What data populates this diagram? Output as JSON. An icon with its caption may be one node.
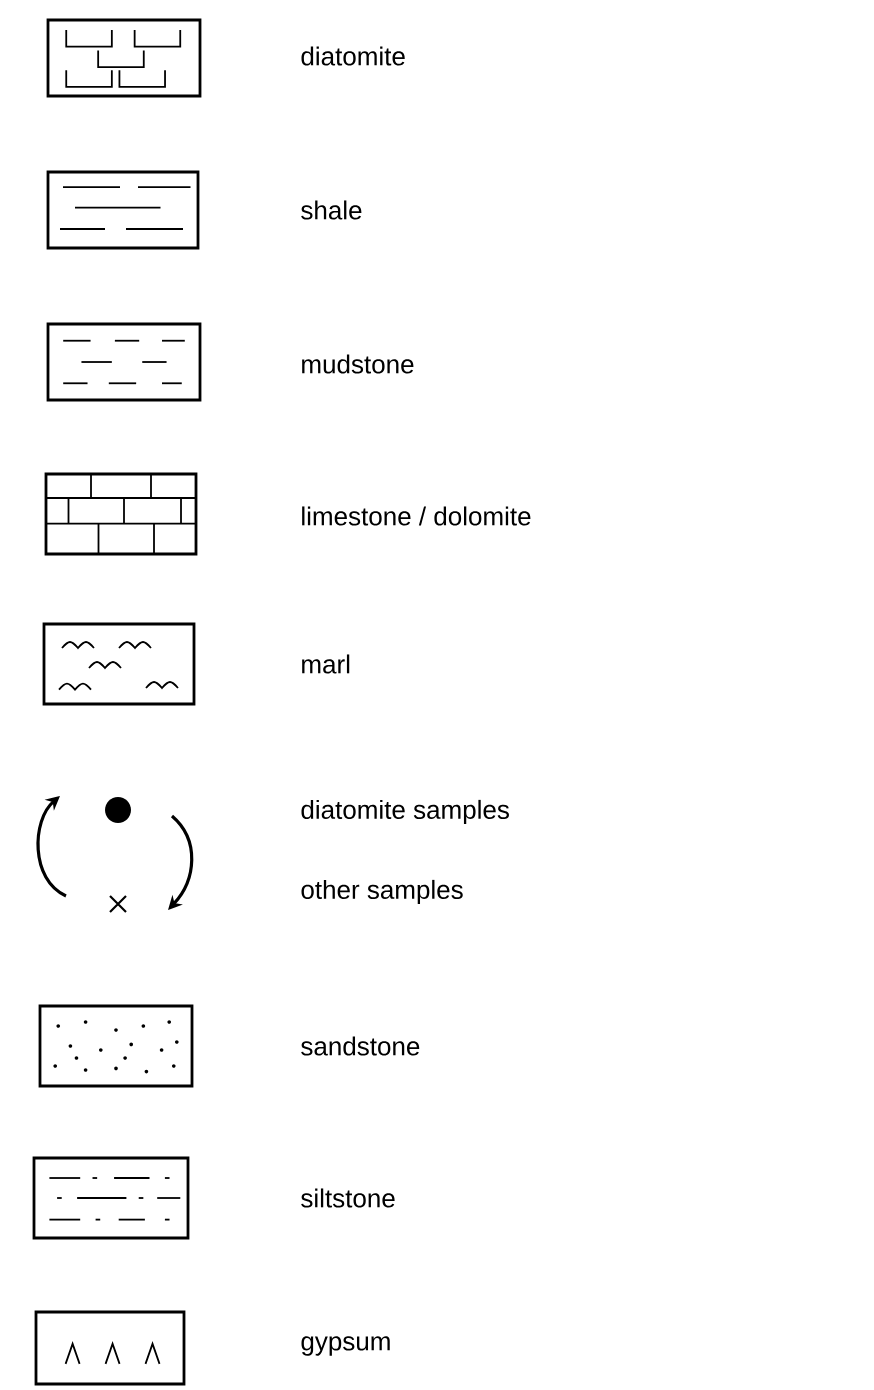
{
  "diagram": {
    "legend": [
      {
        "text": "diatomite"
      },
      {
        "text": "shale"
      },
      {
        "text": "mudstone"
      },
      {
        "text": "limestone / dolomite"
      },
      {
        "text": "marl"
      },
      {
        "text": "diatomite samples"
      },
      {
        "text": "other samples"
      },
      {
        "text": "sandstone"
      },
      {
        "text": "siltstone"
      },
      {
        "text": "gypsum"
      }
    ]
  }
}
